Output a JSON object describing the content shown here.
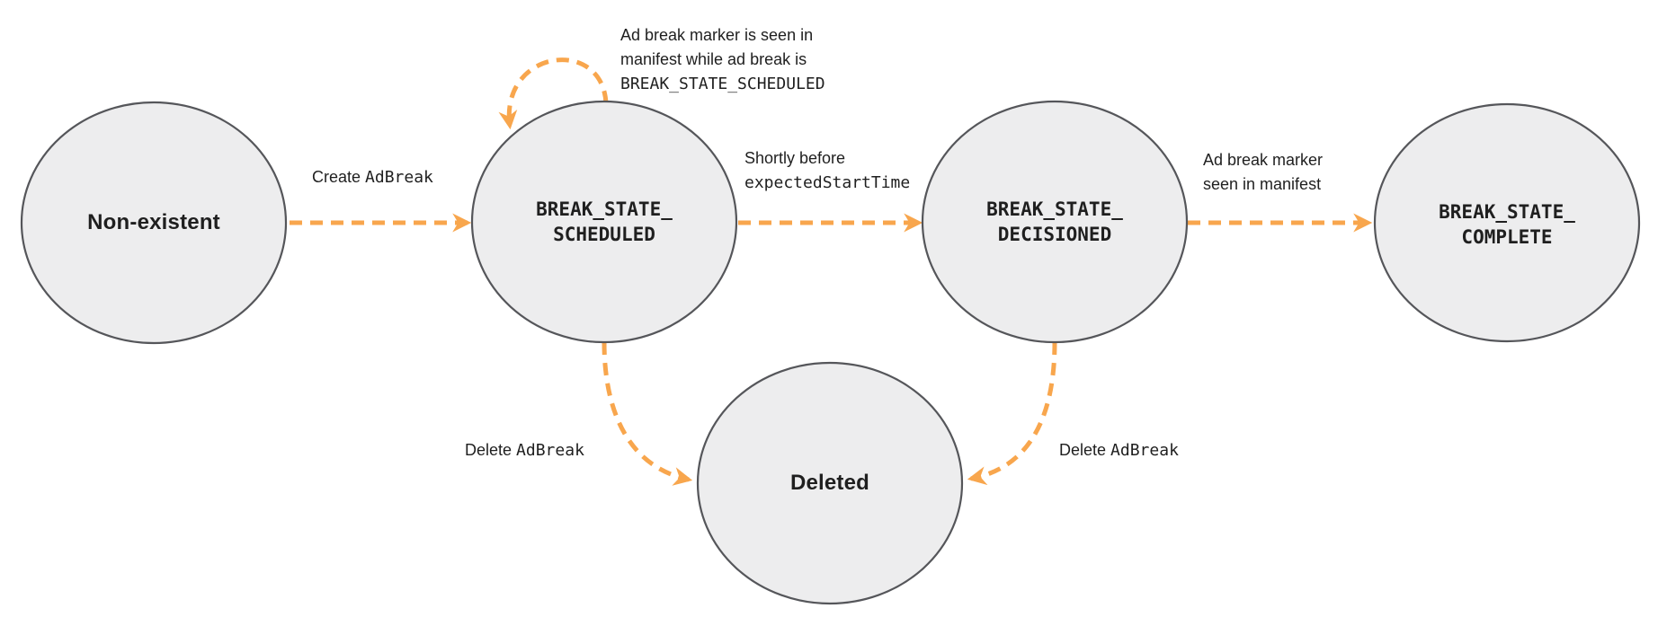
{
  "diagram": {
    "title": "Ad break state transition diagram",
    "colors": {
      "arrow": "#F8A64D",
      "node_fill": "#EDEDEE",
      "node_stroke": "#55565A",
      "text": "#1F1F1F"
    },
    "states": {
      "non_existent": {
        "label": "Non-existent"
      },
      "scheduled": {
        "line1": "BREAK_STATE_",
        "line2": "SCHEDULED"
      },
      "decisioned": {
        "line1": "BREAK_STATE_",
        "line2": "DECISIONED"
      },
      "complete": {
        "line1": "BREAK_STATE_",
        "line2": "COMPLETE"
      },
      "deleted": {
        "label": "Deleted"
      }
    },
    "transitions": {
      "create": {
        "plain": "Create ",
        "code": "AdBreak"
      },
      "self_loop": {
        "line1": "Ad break marker is seen in",
        "line2": "manifest while ad break is",
        "code_line": "BREAK_STATE_SCHEDULED"
      },
      "shortly": {
        "plain": "Shortly before",
        "code": "expectedStartTime"
      },
      "marker_seen": {
        "line1": "Ad break marker",
        "line2": "seen in manifest"
      },
      "delete_left": {
        "plain": "Delete ",
        "code": "AdBreak"
      },
      "delete_right": {
        "plain": "Delete ",
        "code": "AdBreak"
      }
    }
  }
}
